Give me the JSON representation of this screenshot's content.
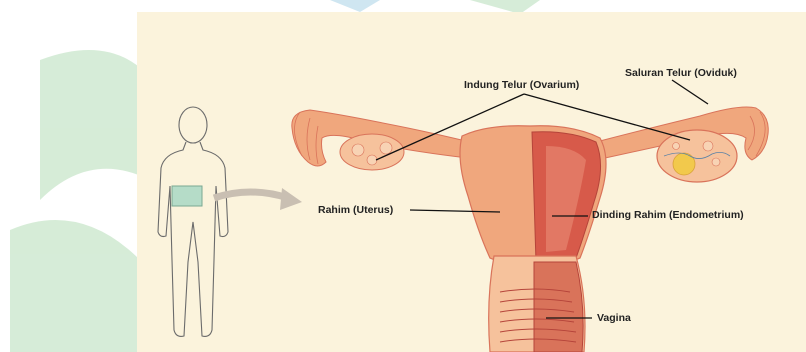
{
  "labels": {
    "ovary": "Indung Telur (Ovarium)",
    "oviduct": "Saluran Telur (Oviduk)",
    "uterus": "Rahim (Uterus)",
    "endometrium": "Dinding Rahim (Endometrium)",
    "vagina": "Vagina"
  },
  "colors": {
    "panel_bg": "#fbf3dc",
    "watermark": "#b5ddb8",
    "tissue": "#f0a77d",
    "tissue_light": "#f6c29c",
    "tissue_dark": "#d9735a",
    "endometrium": "#d75a4a",
    "follicle": "#f2c94c",
    "highlight_box": "#b5dcc8",
    "arrow": "#c9bfb2"
  }
}
